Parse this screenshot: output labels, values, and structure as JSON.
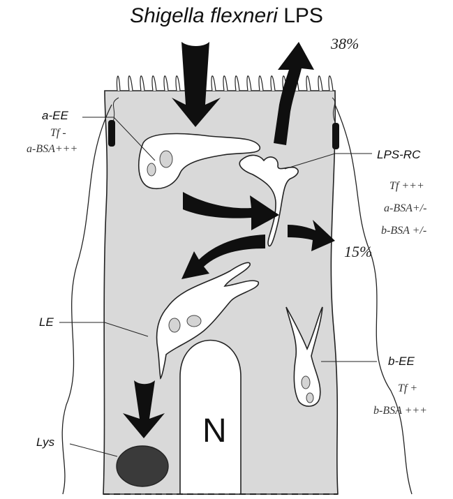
{
  "title": {
    "italic": "Shigella flexneri",
    "plain": "LPS"
  },
  "labels": {
    "aee": {
      "name": "a-EE",
      "tf": "Tf -",
      "bsa": "a-BSA+++"
    },
    "lpsrc": {
      "name": "LPS-RC",
      "tf": "Tf +++",
      "absa": "a-BSA+/-",
      "bbsa": "b-BSA +/-"
    },
    "le": {
      "name": "LE"
    },
    "bee": {
      "name": "b-EE",
      "tf": "Tf +",
      "bsa": "b-BSA +++"
    },
    "lys": {
      "name": "Lys"
    },
    "nucleus": "N",
    "percent_top": "38%",
    "percent_right": "15%"
  },
  "colors": {
    "cytoplasm": "#d9d9d9",
    "outline": "#222222",
    "arrow": "#0f0f0f",
    "lysosome": "#3a3a3a"
  }
}
